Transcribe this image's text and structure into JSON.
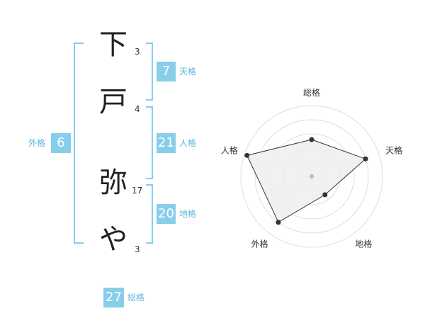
{
  "name": {
    "chars": [
      {
        "char": "下",
        "strokes": "3"
      },
      {
        "char": "戸",
        "strokes": "4"
      },
      {
        "char": "弥",
        "strokes": "17"
      },
      {
        "char": "や",
        "strokes": "3"
      }
    ]
  },
  "kaku": {
    "ten": {
      "value": "7",
      "label": "天格"
    },
    "jin": {
      "value": "21",
      "label": "人格"
    },
    "chi": {
      "value": "20",
      "label": "地格"
    },
    "gai": {
      "value": "6",
      "label": "外格"
    },
    "sou": {
      "value": "27",
      "label": "総格"
    }
  },
  "chart_data": {
    "type": "radar",
    "axes": [
      "総格",
      "天格",
      "地格",
      "外格",
      "人格"
    ],
    "values": [
      2.6,
      4.0,
      1.6,
      4.0,
      4.8
    ],
    "max": 5,
    "rings": 5,
    "colors": {
      "fill": "#efefef",
      "line": "#333333",
      "ring": "#dddddd",
      "center": "#bbbbbb"
    }
  }
}
